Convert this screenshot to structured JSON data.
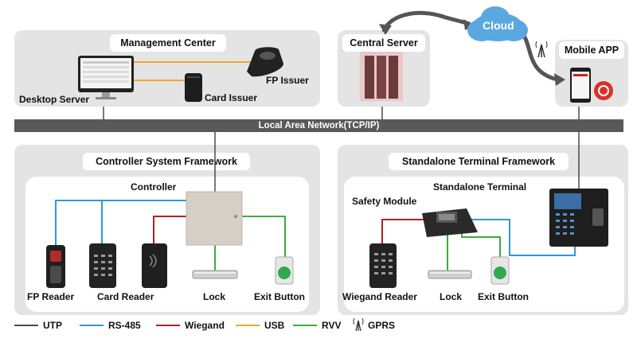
{
  "panels": {
    "management_center": "Management Center",
    "central_server": "Central Server",
    "mobile_app": "Mobile APP",
    "cloud": "Cloud",
    "controller_framework": "Controller System Framework",
    "standalone_framework": "Standalone Terminal Framework"
  },
  "network": {
    "lan_label": "Local Area Network(TCP/IP)"
  },
  "devices": {
    "desktop_server": "Desktop Server",
    "fp_issuer": "FP Issuer",
    "card_issuer": "Card Issuer",
    "controller": "Controller",
    "fp_reader": "FP Reader",
    "card_reader": "Card Reader",
    "lock_left": "Lock",
    "exit_button_left": "Exit Button",
    "safety_module": "Safety Module",
    "standalone_terminal": "Standalone Terminal",
    "wiegand_reader": "Wiegand Reader",
    "lock_right": "Lock",
    "exit_button_right": "Exit Button"
  },
  "legend": [
    {
      "label": "UTP",
      "color": "#4a4a4a"
    },
    {
      "label": "RS-485",
      "color": "#2e9ad6"
    },
    {
      "label": "Wiegand",
      "color": "#b22222"
    },
    {
      "label": "USB",
      "color": "#f0a830"
    },
    {
      "label": "RVV",
      "color": "#3cae3c"
    },
    {
      "label": "GPRS",
      "icon": "antenna-icon"
    }
  ],
  "colors": {
    "utp": "#4a4a4a",
    "rs485": "#2e9ad6",
    "wiegand": "#b22222",
    "usb": "#f0a830",
    "rvv": "#3cae3c",
    "cloud": "#5ba8e0",
    "panel": "#e4e4e4"
  }
}
